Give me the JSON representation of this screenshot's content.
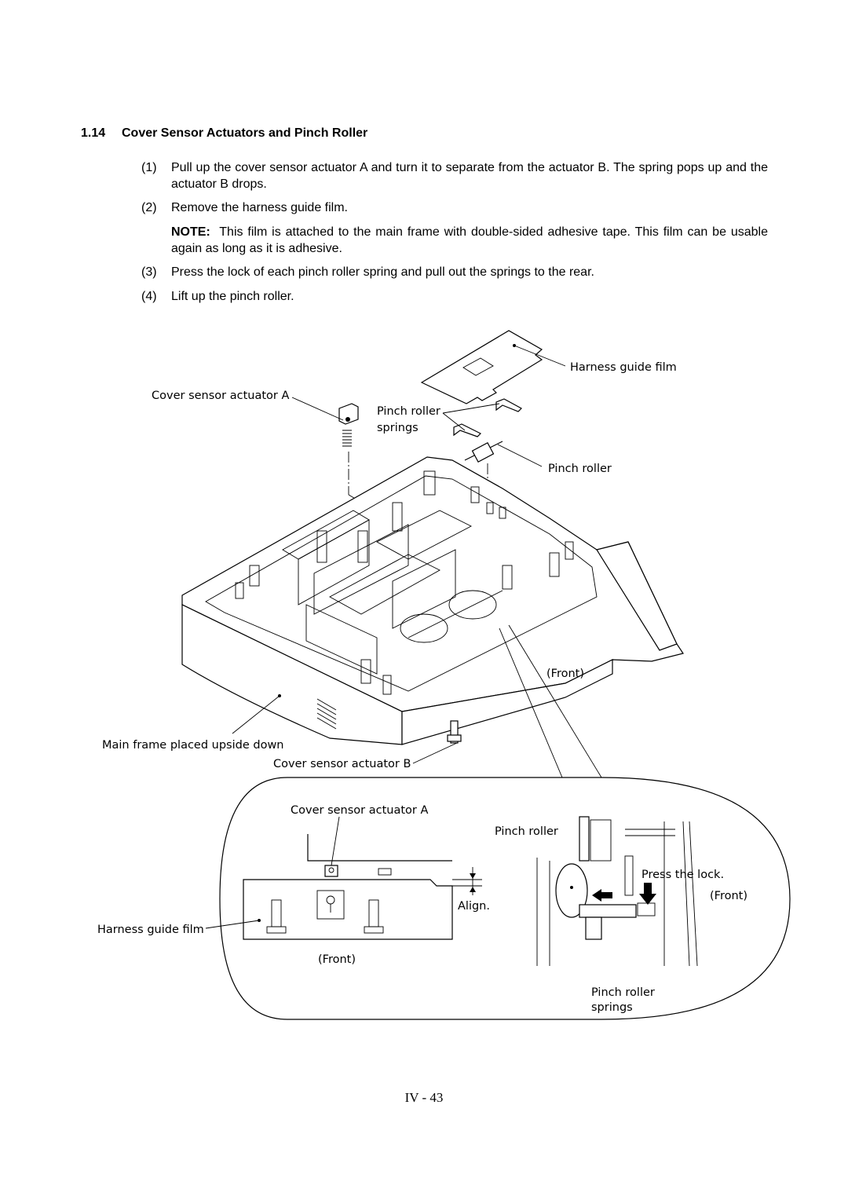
{
  "section": {
    "number": "1.14",
    "title": "Cover Sensor Actuators and Pinch Roller"
  },
  "steps": [
    {
      "num": "(1)",
      "text": "Pull up the cover sensor actuator A and turn it to separate from the actuator B.  The spring pops up and the actuator B drops."
    },
    {
      "num": "(2)",
      "text": "Remove the harness guide film."
    },
    {
      "num": "(3)",
      "text": "Press the lock of each pinch roller spring and pull out the springs to the rear."
    },
    {
      "num": "(4)",
      "text": "Lift up the pinch roller."
    }
  ],
  "note": {
    "label": "NOTE:",
    "text": "This film is attached to the main frame with double-sided adhesive tape.  This film can be usable again as long as it is adhesive."
  },
  "diagram": {
    "labels": {
      "harness_guide_film": "Harness guide film",
      "cover_sensor_actuator_a": "Cover sensor actuator A",
      "pinch_roller_springs_1": "Pinch roller",
      "pinch_roller_springs_2": "springs",
      "pinch_roller": "Pinch roller",
      "front": "(Front)",
      "main_frame": "Main frame placed upside down",
      "cover_sensor_actuator_b": "Cover sensor actuator B"
    },
    "detail_labels": {
      "cover_sensor_actuator_a": "Cover sensor actuator A",
      "pinch_roller": "Pinch roller",
      "press_the_lock": "Press the lock.",
      "front_right": "(Front)",
      "align": "Align.",
      "harness_guide_film": "Harness guide film",
      "front_bottom": "(Front)",
      "pinch_roller_springs_1": "Pinch roller",
      "pinch_roller_springs_2": "springs"
    }
  },
  "footer": {
    "page": "IV - 43"
  }
}
